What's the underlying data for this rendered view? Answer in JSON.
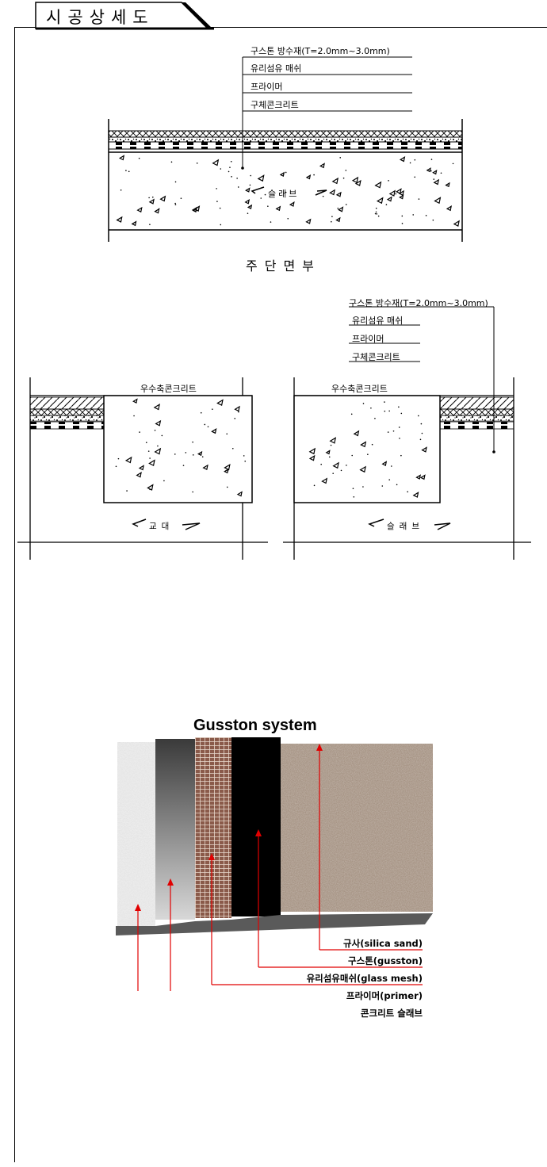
{
  "title": "시공상세도",
  "main_section": {
    "caption": "주단면부",
    "layers": [
      "구스톤 방수재(T=2.0mm~3.0mm)",
      "유리섬유 매쉬",
      "프라이머",
      "구체콘크리트"
    ],
    "slab_label": "슬래브"
  },
  "joint_section": {
    "layers": [
      "구스톤 방수재(T=2.0mm~3.0mm)",
      "유리섬유 매쉬",
      "프라이머",
      "구체콘크리트"
    ],
    "left_top_label": "우수축콘크리트",
    "left_bottom_label": "교대",
    "right_top_label": "우수축콘크리트",
    "right_bottom_label": "슬래브"
  },
  "system": {
    "title": "Gusston system",
    "legend": [
      "규사(silica sand)",
      "구스톤(gusston)",
      "유리섬유매쉬(glass mesh)",
      "프라이머(primer)",
      "콘크리트 슬래브"
    ],
    "colors": {
      "leader": "#e10000",
      "concrete": "#e8e8e8",
      "primer": "#6f6f6f",
      "mesh": "#7a4a3a",
      "gusston": "#000000",
      "sand": "#9b8a7a"
    }
  }
}
